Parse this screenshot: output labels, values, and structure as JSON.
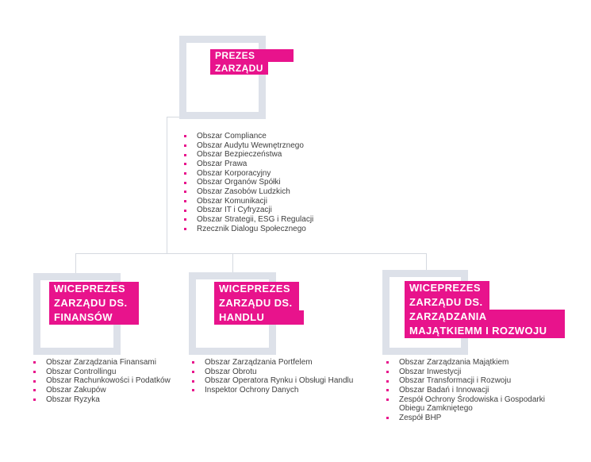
{
  "colors": {
    "accent_magenta": "#e8138c",
    "box_border_gray": "#dde1e9",
    "connector_gray": "#d5d9e0",
    "text_dark": "#404040",
    "label_text": "#ffffff"
  },
  "org": {
    "root": {
      "title_lines": [
        "PREZES",
        "ZARZĄDU"
      ],
      "items": [
        "Obszar Compliance",
        "Obszar Audytu Wewnętrznego",
        "Obszar Bezpieczeństwa",
        "Obszar Prawa",
        "Obszar Korporacyjny",
        "Obszar Organów Spółki",
        "Obszar Zasobów Ludzkich",
        "Obszar Komunikacji",
        "Obszar IT i Cyfryzacji",
        "Obszar Strategii, ESG i Regulacji",
        "Rzecznik Dialogu Społecznego"
      ]
    },
    "children": [
      {
        "title_lines": [
          "WICEPREZES",
          "ZARZĄDU DS.",
          "FINANSÓW"
        ],
        "items": [
          "Obszar Zarządzania Finansami",
          "Obszar Controllingu",
          "Obszar Rachunkowości i Podatków",
          "Obszar Zakupów",
          "Obszar Ryzyka"
        ]
      },
      {
        "title_lines": [
          "WICEPREZES",
          "ZARZĄDU DS.",
          "HANDLU"
        ],
        "items": [
          "Obszar Zarządzania Portfelem",
          "Obszar Obrotu",
          "Obszar Operatora Rynku i Obsługi Handlu",
          "Inspektor Ochrony Danych"
        ]
      },
      {
        "title_lines": [
          "WICEPREZES",
          "ZARZĄDU DS.",
          "ZARZĄDZANIA",
          "MAJĄTKIEMM I ROZWOJU"
        ],
        "items": [
          "Obszar Zarządzania Majątkiem",
          "Obszar Inwestycji",
          "Obszar Transformacji i Rozwoju",
          "Obszar Badań i Innowacji",
          "Zespół Ochrony Środowiska i Gospodarki Obiegu Zamkniętego",
          "Zespół BHP"
        ]
      }
    ]
  }
}
